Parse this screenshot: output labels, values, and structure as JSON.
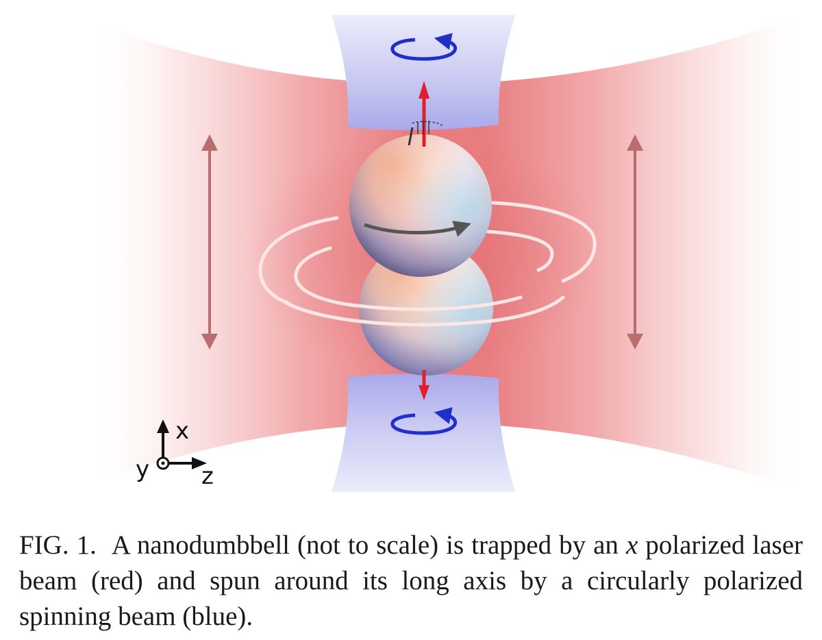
{
  "figure": {
    "axes": {
      "x_label": "x",
      "y_label": "y",
      "z_label": "z"
    },
    "colors": {
      "trapping_beam": "#e8787c",
      "spinning_beam": "#b4b4ee",
      "polarization_arrow": "#b86e6e",
      "spin_arrow": "#1f2fc8",
      "force_arrow": "#e01e2e",
      "rotation_arrow": "#555555",
      "orbit_rings": "#fbe6e6"
    }
  },
  "caption": {
    "label": "FIG. 1.",
    "text_part1": "A nanodumbbell (not to scale) is trapped by an ",
    "italic_var": "x",
    "text_part2": " polarized laser beam (red) and spun around its long axis by a circularly polarized spinning beam (blue)."
  }
}
